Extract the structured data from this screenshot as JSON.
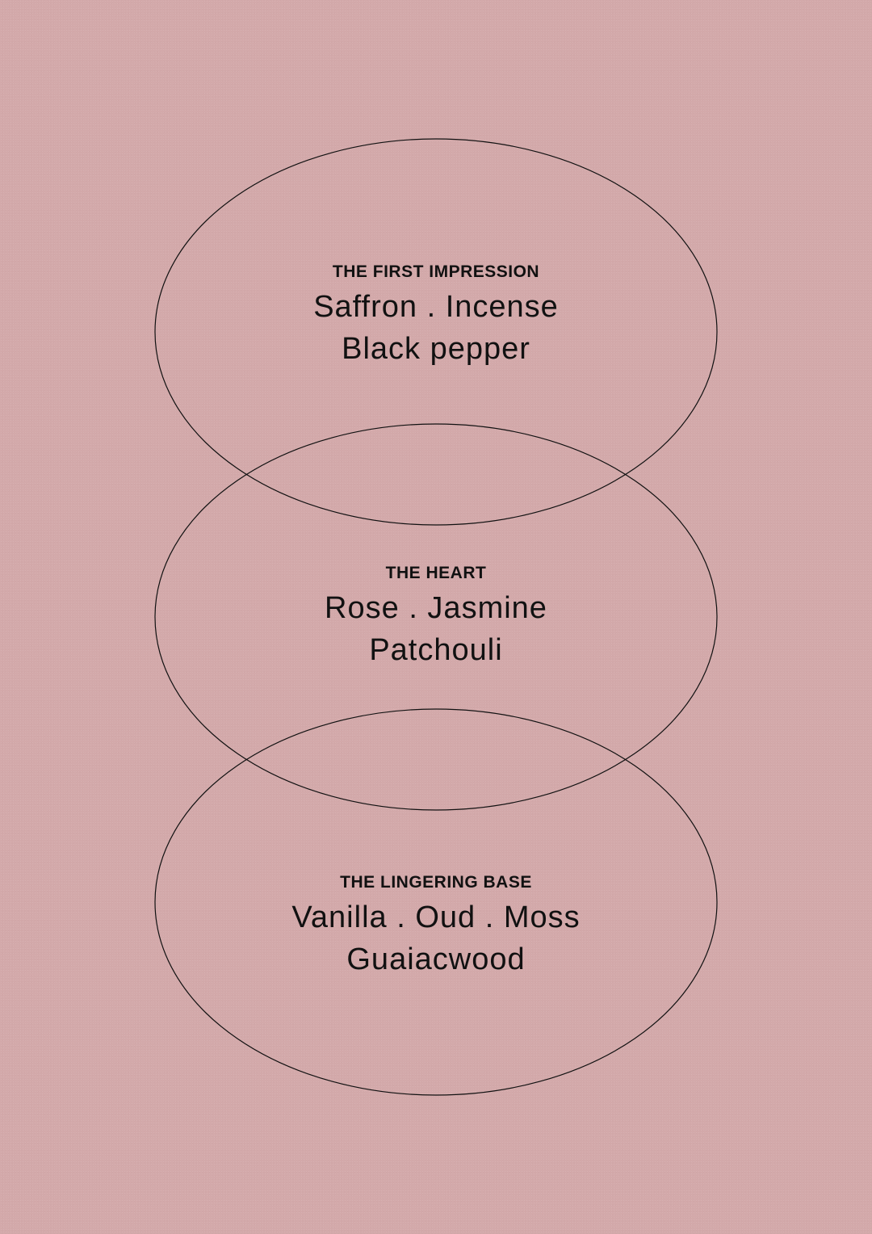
{
  "colors": {
    "background": "#d3a9aa",
    "line": "#111111",
    "text": "#111111"
  },
  "tiers": [
    {
      "heading": "THE FIRST IMPRESSION",
      "line1": "Saffron . Incense",
      "line2": "Black pepper"
    },
    {
      "heading": "THE HEART",
      "line1": "Rose . Jasmine",
      "line2": "Patchouli"
    },
    {
      "heading": "THE LINGERING BASE",
      "line1": "Vanilla . Oud . Moss",
      "line2": "Guaiacwood"
    }
  ]
}
